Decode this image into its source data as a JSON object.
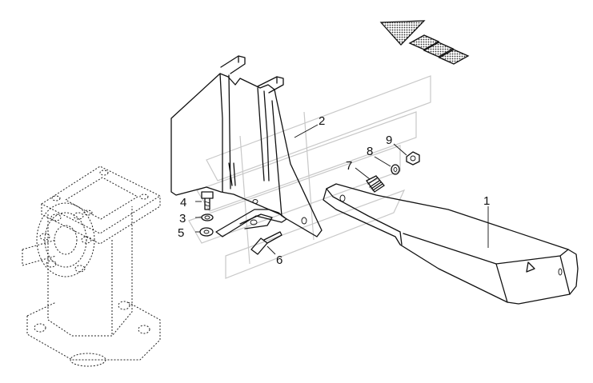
{
  "callouts": {
    "part1": "1",
    "part2": "2",
    "part3": "3",
    "part4": "4",
    "part5": "5",
    "part6": "6",
    "part7": "7",
    "part8": "8",
    "part9": "9"
  },
  "colors": {
    "line": "#111111",
    "watermark": "#c8c8c8",
    "background": "#ffffff"
  }
}
